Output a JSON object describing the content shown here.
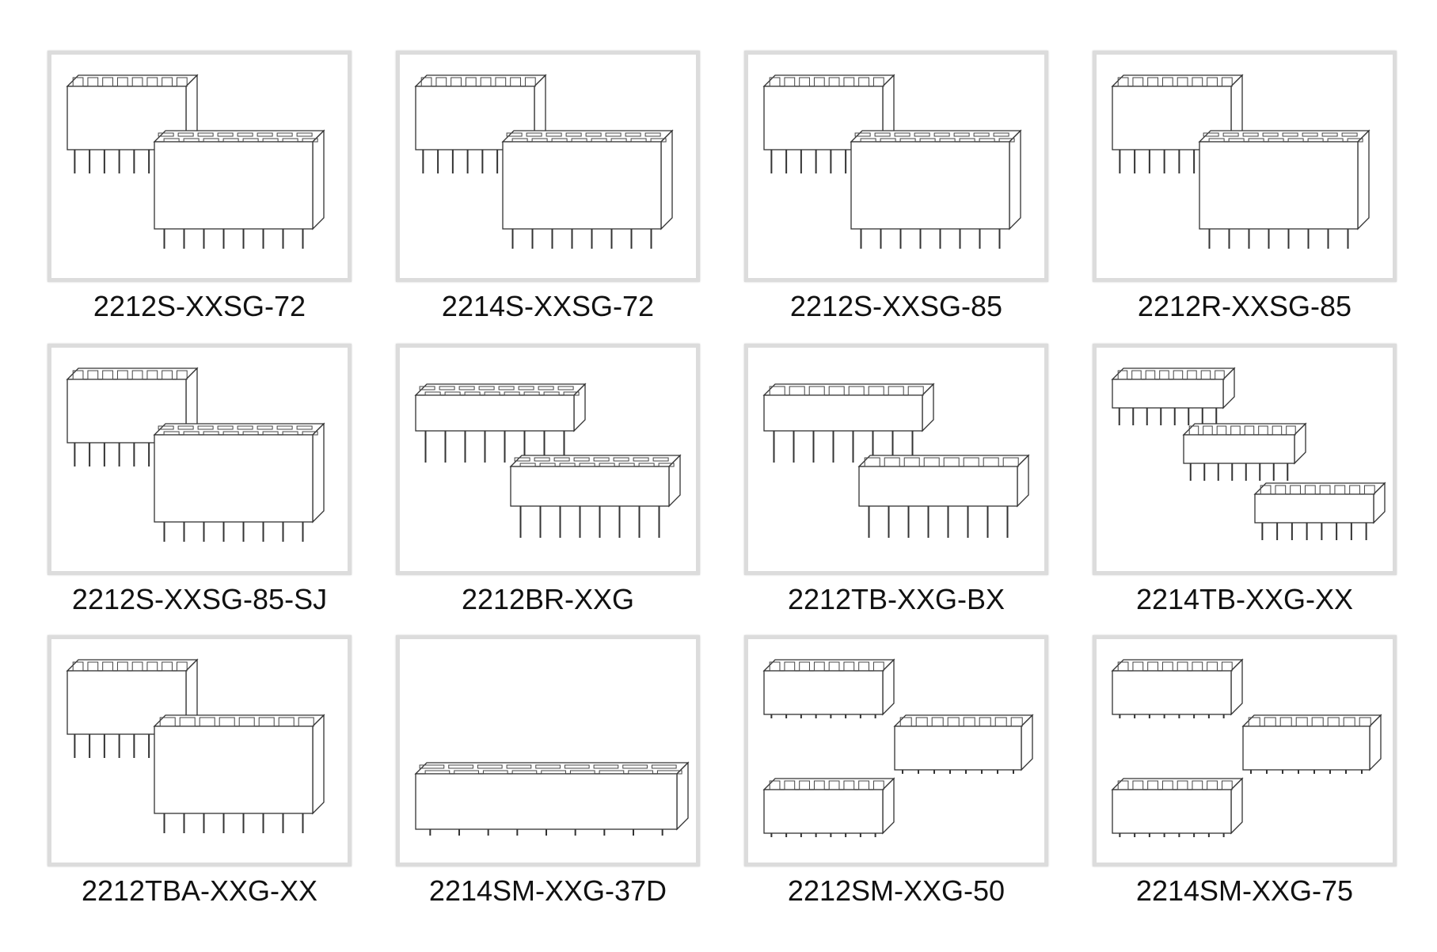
{
  "products": [
    {
      "part_number": "2212S-XXSG-72"
    },
    {
      "part_number": "2214S-XXSG-72"
    },
    {
      "part_number": "2212S-XXSG-85"
    },
    {
      "part_number": "2212R-XXSG-85"
    },
    {
      "part_number": "2212S-XXSG-85-SJ"
    },
    {
      "part_number": "2212BR-XXG"
    },
    {
      "part_number": "2212TB-XXG-BX"
    },
    {
      "part_number": "2214TB-XXG-XX"
    },
    {
      "part_number": "2212TBA-XXG-XX"
    },
    {
      "part_number": "2214SM-XXG-37D"
    },
    {
      "part_number": "2212SM-XXG-50"
    },
    {
      "part_number": "2214SM-XXG-75"
    }
  ]
}
